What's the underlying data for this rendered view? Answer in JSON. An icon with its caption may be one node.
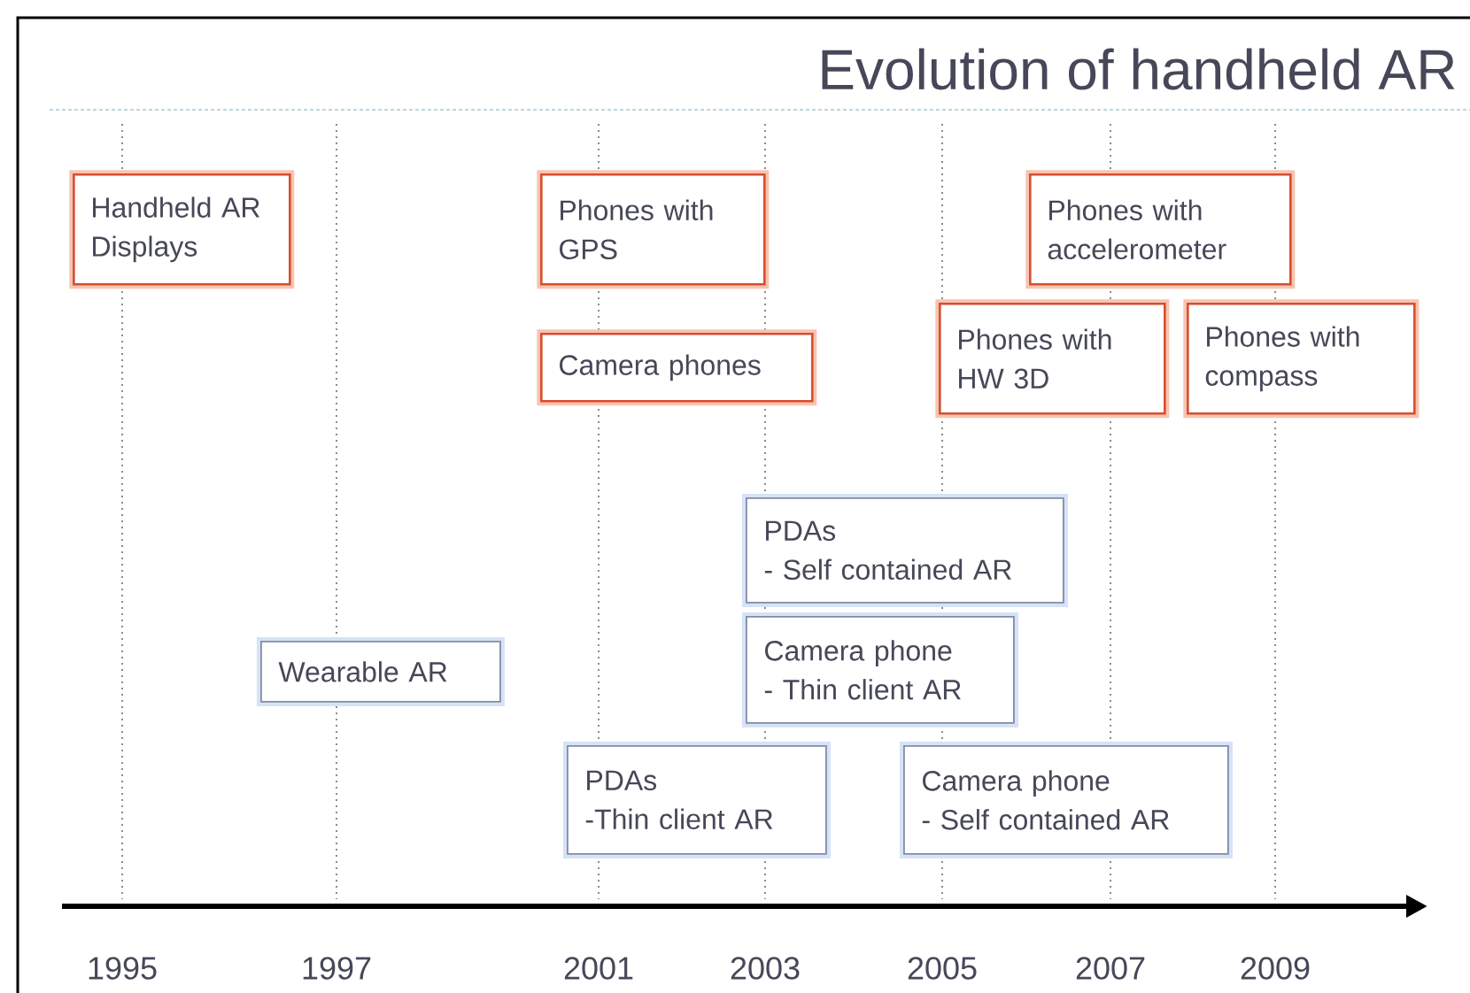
{
  "diagram": {
    "title": "Evolution of handheld AR",
    "nodes": [
      {
        "text": [
          "Handheld AR Displays"
        ]
      },
      {
        "text": [
          "Phones with GPS"
        ]
      },
      {
        "text": [
          "Phones with accelerometer"
        ]
      },
      {
        "text": [
          "Phones with HW 3D"
        ]
      },
      {
        "text": [
          "Phones with compass"
        ]
      },
      {
        "text": [
          "Camera phones"
        ]
      },
      {
        "text": [
          "PDAs",
          "- Self contained AR"
        ]
      },
      {
        "text": [
          "Wearable AR"
        ]
      },
      {
        "text": [
          "Camera phone",
          "- Thin client AR"
        ]
      },
      {
        "text": [
          "PDAs",
          "-Thin client AR"
        ]
      },
      {
        "text": [
          "Camera phone",
          "- Self contained AR"
        ]
      }
    ],
    "labels": [
      "1995",
      "1997",
      "2001",
      "2003",
      "2005",
      "2007",
      "2009"
    ]
  }
}
